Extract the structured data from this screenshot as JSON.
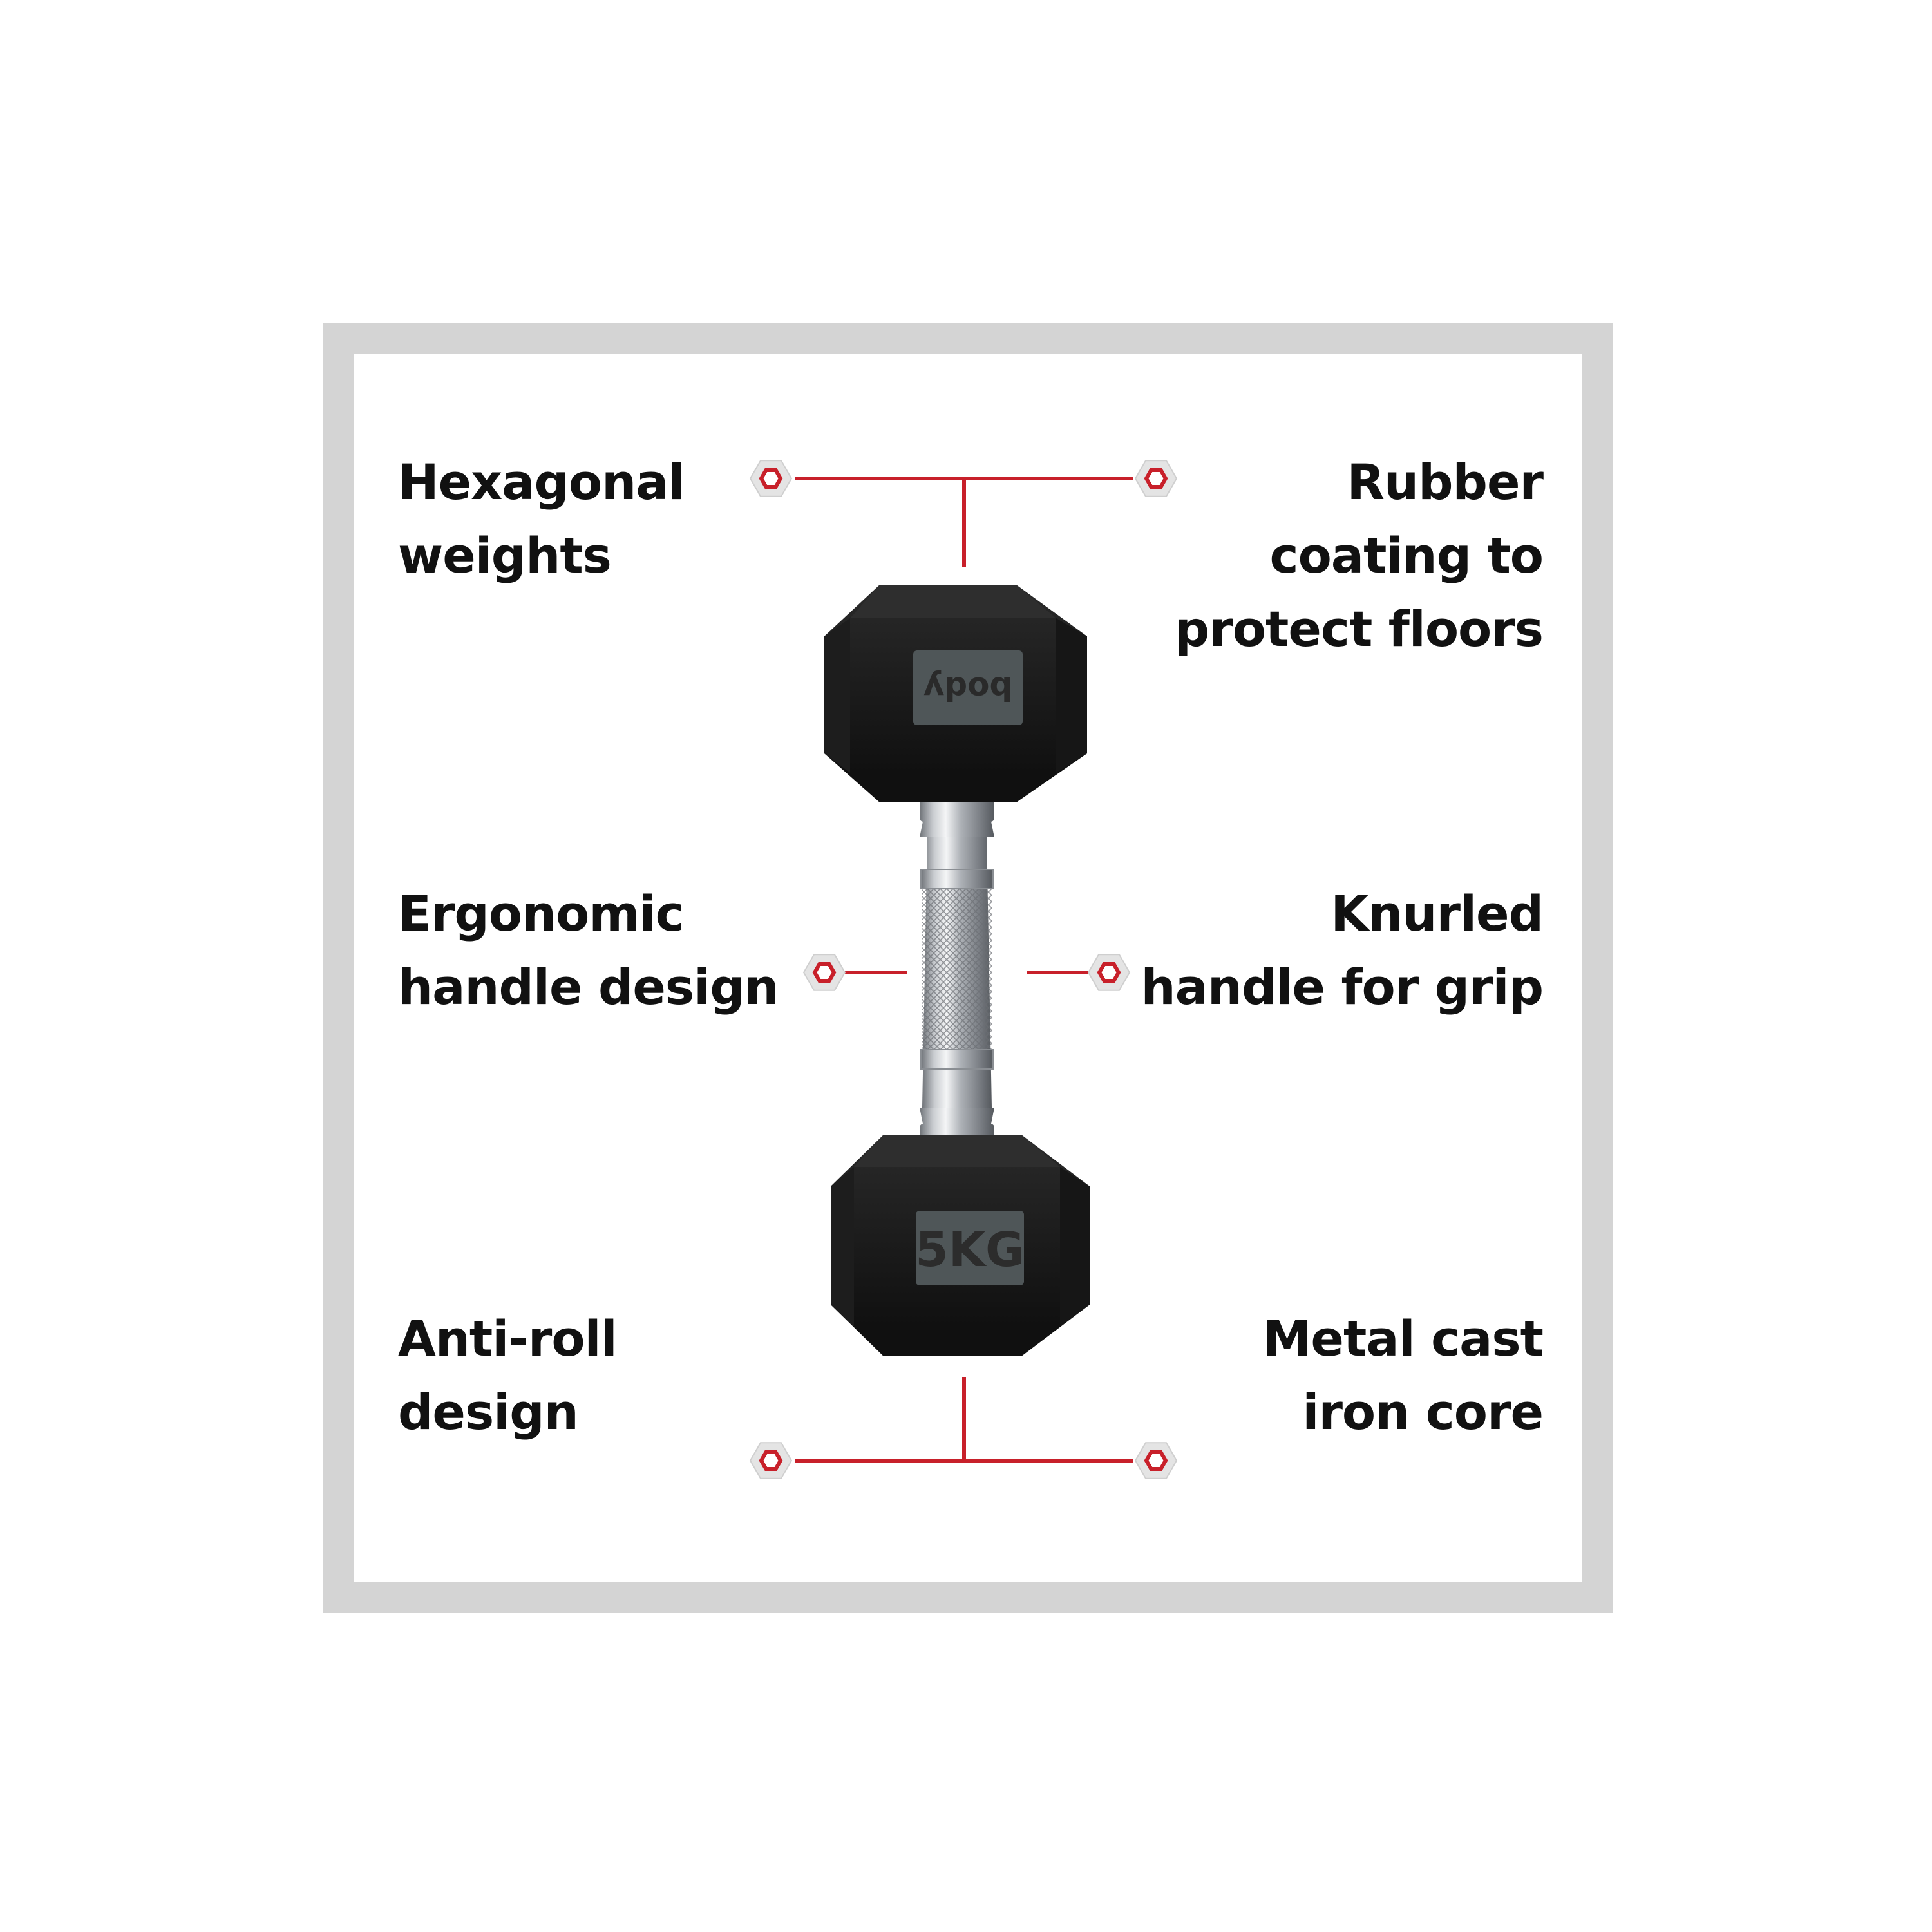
{
  "features": {
    "hexagonal": {
      "line1": "Hexagonal",
      "line2": "weights"
    },
    "rubber": {
      "line1": "Rubber",
      "line2": "coating to",
      "line3": "protect floors"
    },
    "ergonomic": {
      "line1": "Ergonomic",
      "line2": "handle design"
    },
    "knurled": {
      "line1": "Knurled",
      "line2": "handle for grip"
    },
    "antiroll": {
      "line1": "Anti-roll",
      "line2": "design"
    },
    "metal": {
      "line1": "Metal cast",
      "line2": "iron core"
    }
  },
  "product": {
    "weight_label": "5KG",
    "brand_logo_text": "body"
  },
  "colors": {
    "callout_line": "#c8202a",
    "frame_border": "#d4d4d4",
    "text": "#111111"
  },
  "icons": {
    "callout_marker": "hexagon-bolt-icon"
  }
}
